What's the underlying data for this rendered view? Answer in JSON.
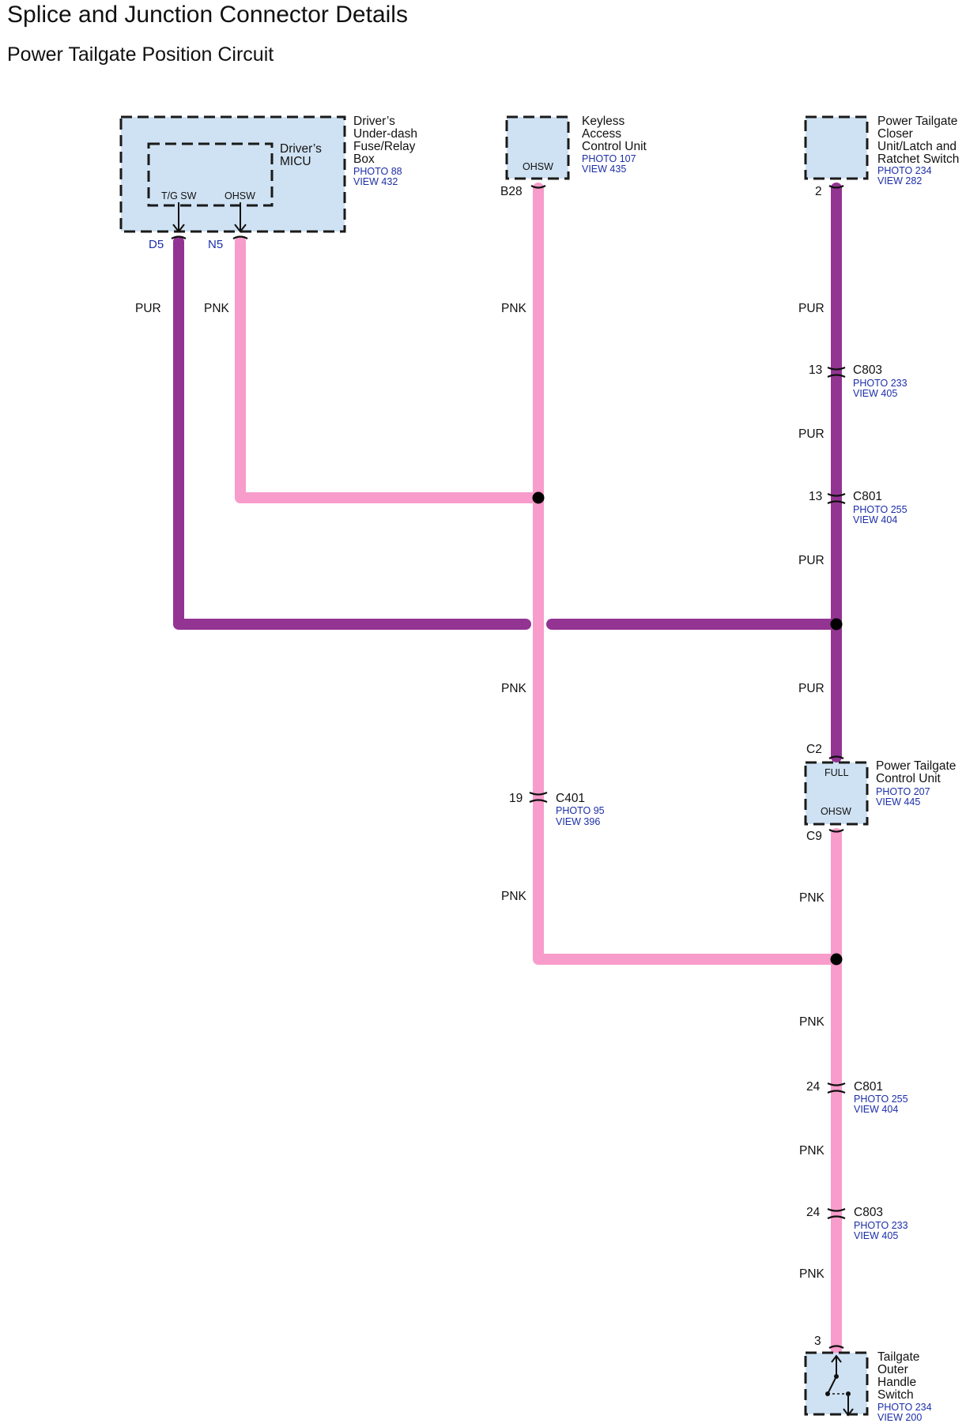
{
  "page": {
    "title": "Splice and Junction Connector Details",
    "subtitle": "Power Tailgate Position Circuit"
  },
  "components": {
    "fuse_box": {
      "name_lines": [
        "Driver’s",
        "Under-dash",
        "Fuse/Relay",
        "Box"
      ],
      "photo": "PHOTO 88",
      "view": "VIEW 432"
    },
    "micu": {
      "name_lines": [
        "Driver’s",
        "MICU"
      ],
      "pins": [
        "T/G SW",
        "OHSW"
      ]
    },
    "keyless": {
      "name_lines": [
        "Keyless",
        "Access",
        "Control Unit"
      ],
      "photo": "PHOTO 107",
      "view": "VIEW 435",
      "pin_label": "OHSW"
    },
    "closer": {
      "name_lines": [
        "Power Tailgate",
        "Closer",
        "Unit/Latch and",
        "Ratchet Switch"
      ],
      "photo": "PHOTO 234",
      "view": "VIEW 282"
    },
    "ptcu": {
      "name_lines": [
        "Power Tailgate",
        "Control Unit"
      ],
      "photo": "PHOTO 207",
      "view": "VIEW 445",
      "pin_labels": [
        "FULL",
        "OHSW"
      ]
    },
    "handle": {
      "name_lines": [
        "Tailgate",
        "Outer",
        "Handle",
        "Switch"
      ],
      "photo": "PHOTO 234",
      "view": "VIEW 200"
    }
  },
  "pins": {
    "d5": "D5",
    "n5": "N5",
    "b28": "B28",
    "closer_pin": "2",
    "c2": "C2",
    "c9": "C9",
    "handle_pin": "3"
  },
  "connectors": {
    "c803_top": {
      "pin": "13",
      "name": "C803",
      "photo": "PHOTO 233",
      "view": "VIEW 405"
    },
    "c801_top": {
      "pin": "13",
      "name": "C801",
      "photo": "PHOTO 255",
      "view": "VIEW 404"
    },
    "c401": {
      "pin": "19",
      "name": "C401",
      "photo": "PHOTO 95",
      "view": "VIEW 396"
    },
    "c801_bot": {
      "pin": "24",
      "name": "C801",
      "photo": "PHOTO 255",
      "view": "VIEW 404"
    },
    "c803_bot": {
      "pin": "24",
      "name": "C803",
      "photo": "PHOTO 233",
      "view": "VIEW 405"
    }
  },
  "wire_labels": {
    "d5_wire": "PUR",
    "n5_wire": "PNK",
    "b28_wire_top": "PNK",
    "right_top_1": "PUR",
    "right_top_2": "PUR",
    "right_top_3": "PUR",
    "right_mid": "PUR",
    "center_mid": "PNK",
    "center_low": "PNK",
    "right_low_1": "PNK",
    "right_low_2": "PNK",
    "right_low_3": "PNK",
    "right_low_4": "PNK"
  },
  "colors": {
    "PUR": "#933493",
    "PNK": "#f79ccb",
    "component_fill": "#cfe2f3",
    "reference_text": "#1c2ea8"
  }
}
